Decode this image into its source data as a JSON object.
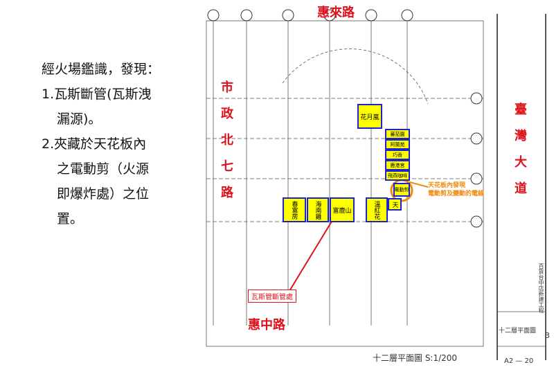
{
  "intro": "經火場鑑識，發現：",
  "findings": [
    {
      "n": "1.",
      "line1": "瓦斯斷管(瓦斯洩",
      "line2": "漏源)。"
    },
    {
      "n": "2.",
      "line1": "夾藏於天花板內",
      "line2": "之電動剪（火源",
      "line3": "即爆炸處）之位",
      "line4": "置。"
    }
  ],
  "roads": {
    "top": "惠來路",
    "bottom": "惠中路",
    "left": "市政北七路",
    "right": "臺灣大道"
  },
  "shops": [
    "花月嵐",
    "春富房",
    "海南雞",
    "富鹿山",
    "溫紅花",
    "天"
  ],
  "small_shops": [
    "蕃茄園",
    "阿蘭苑",
    "巧香",
    "鹿港宮",
    "飛燕咖啡"
  ],
  "explosion_box": "電動剪",
  "annotation_orange": [
    "天花板內發現",
    "電動剪及變動的電線"
  ],
  "annotation_red": "瓦斯管斷管處",
  "drawing_title": "十二層平面圖 S:1/200",
  "title_block": {
    "project": "百貨台中店新建工程",
    "sheet": "十二層平面圖",
    "number": "A2 — 20"
  },
  "page_number": "3",
  "colors": {
    "road": "#e0101a",
    "shop_fill": "#ffff00",
    "shop_border": "#1a24c8",
    "orange": "#f08a10"
  }
}
